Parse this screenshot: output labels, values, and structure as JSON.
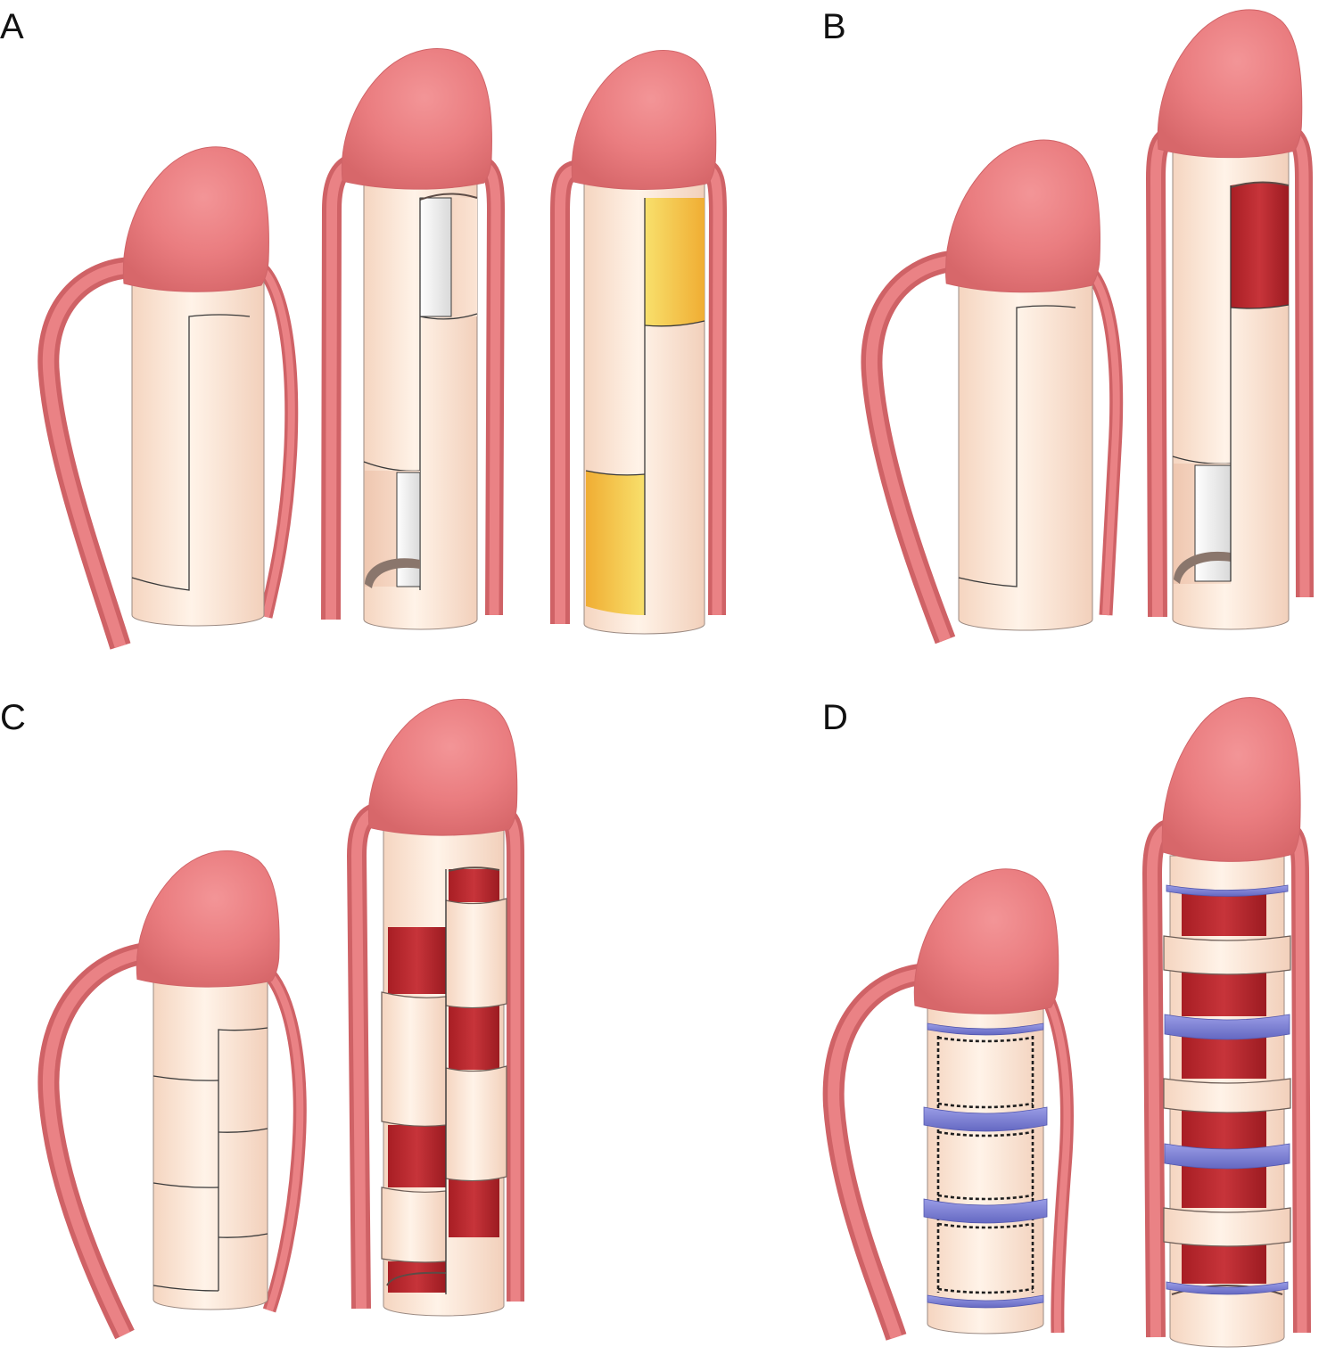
{
  "panels": [
    {
      "label": "A"
    },
    {
      "label": "B"
    },
    {
      "label": "C"
    },
    {
      "label": "D"
    }
  ],
  "colors": {
    "glans": "#e8797b",
    "vessel": "#e07679",
    "shaft": "#fde6d5",
    "graft_yellow": "#f5c847",
    "flap_red": "#b8262b",
    "band_blue": "#7c80d4",
    "window_white": "#ffffff",
    "outline": "#333333"
  }
}
